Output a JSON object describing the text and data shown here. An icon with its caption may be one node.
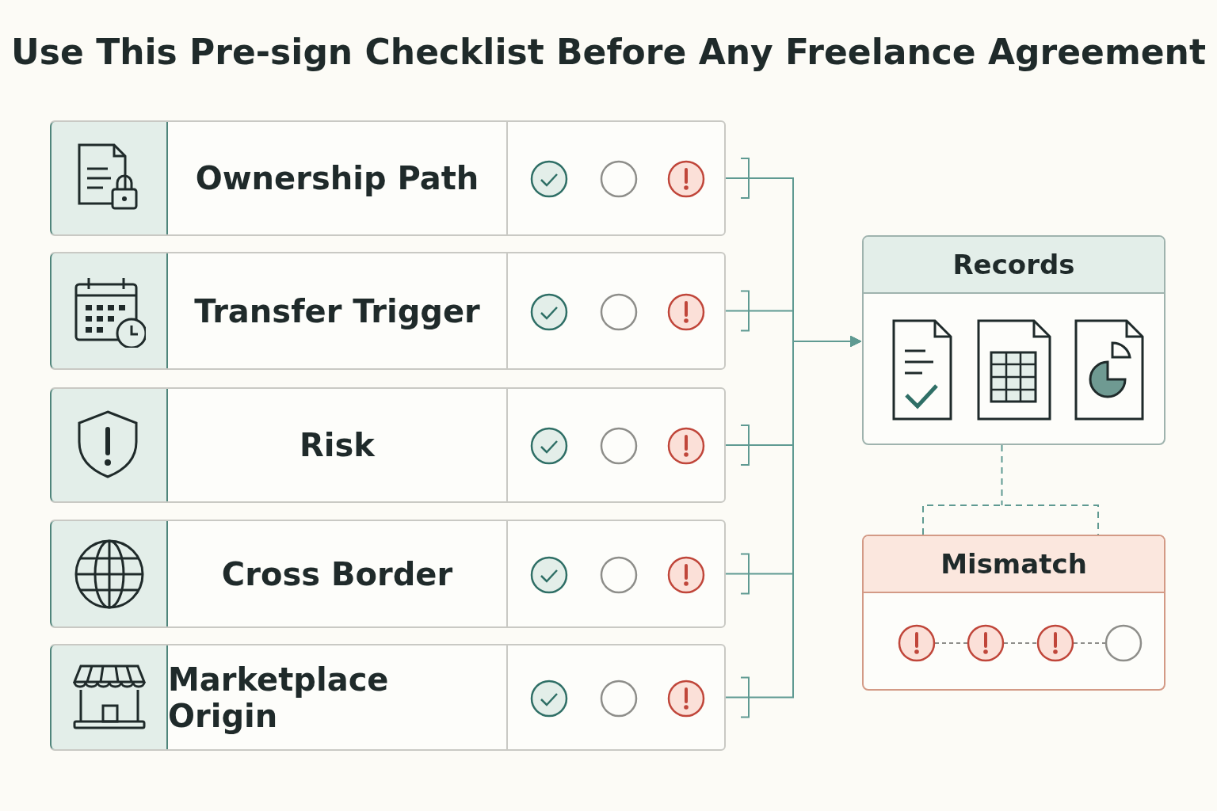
{
  "diagram": {
    "title": "Use This Pre-sign Checklist Before Any Freelance Agreement",
    "nodes": [
      {
        "text": [
          "Ownership Path"
        ]
      },
      {
        "text": [
          "Transfer Trigger"
        ]
      },
      {
        "text": [
          "Risk"
        ]
      },
      {
        "text": [
          "Cross Border"
        ]
      },
      {
        "text": [
          "Marketplace Origin"
        ]
      },
      {
        "text": [
          "Records"
        ]
      },
      {
        "text": [
          "Mismatch"
        ]
      }
    ],
    "edges": [
      {
        "from": 0,
        "to": 5,
        "arrow": "to"
      },
      {
        "from": 1,
        "to": 5,
        "arrow": "to"
      },
      {
        "from": 2,
        "to": 5,
        "arrow": "to"
      },
      {
        "from": 3,
        "to": 5,
        "arrow": "to"
      },
      {
        "from": 4,
        "to": 5,
        "arrow": "to"
      },
      {
        "from": 5,
        "to": 6,
        "arrow": "none",
        "style": "dashed"
      }
    ]
  }
}
